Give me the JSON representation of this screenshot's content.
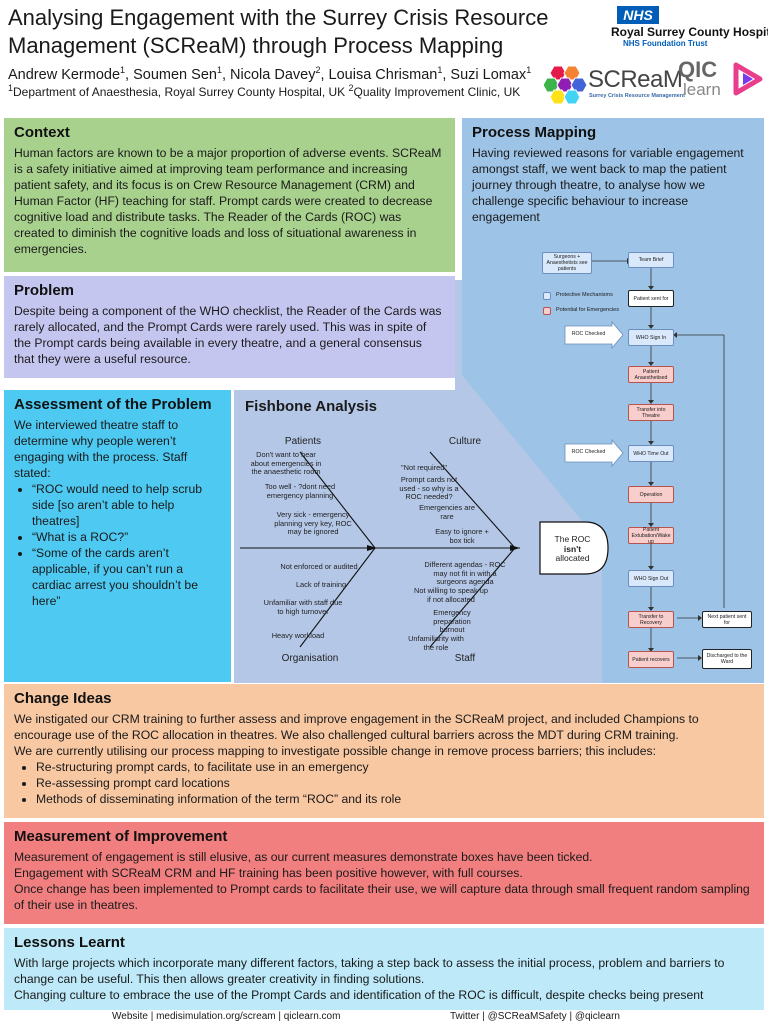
{
  "header": {
    "title": "Analysing Engagement with the Surrey Crisis Resource Management (SCReaM) through Process Mapping",
    "authors": [
      {
        "name": "Andrew Kermode",
        "sup": "1"
      },
      {
        "name": "Soumen Sen",
        "sup": "1"
      },
      {
        "name": "Nicola Davey",
        "sup": "2"
      },
      {
        "name": "Louisa Chrisman",
        "sup": "1"
      },
      {
        "name": "Suzi Lomax",
        "sup": "1"
      }
    ],
    "affil_1_sup": "1",
    "affil_1": "Department of Anaesthesia, Royal Surrey County Hospital, UK ",
    "affil_2_sup": "2",
    "affil_2": "Quality Improvement Clinic, UK"
  },
  "logos": {
    "nhs": "NHS",
    "nhs_hospital": "Royal Surrey County Hospital",
    "nhs_trust": "NHS Foundation Trust",
    "scream": "SCReaM",
    "scream_sub": "Surrey Crisis Resource Management",
    "qic": "QIC",
    "qic_learn": "learn"
  },
  "context": {
    "heading": "Context",
    "text": "Human factors are known to be a major proportion of adverse events. SCReaM is a safety initiative aimed at improving team performance and increasing patient safety, and its focus is on Crew Resource Management (CRM) and Human Factor (HF) teaching for staff. Prompt cards were created to decrease cognitive load and distribute tasks. The Reader of the Cards (ROC) was created to diminish the cognitive loads and loss of situational awareness in emergencies."
  },
  "problem": {
    "heading": "Problem",
    "text": "Despite being a component of the WHO checklist, the Reader of the Cards was rarely allocated, and the Prompt Cards were rarely used. This was in spite of the Prompt cards being available in every theatre, and a general consensus that they were a useful resource."
  },
  "process": {
    "heading": "Process Mapping",
    "text": "Having reviewed reasons for variable engagement amongst staff, we went back to map the patient journey through theatre, to analyse how we challenge specific behaviour to increase engagement"
  },
  "flow": {
    "surgeons": "Surgeons + Anaesthetists see patients",
    "team_brief": "Team Brief",
    "legend_protective": "Protective Mechanisms",
    "legend_potential": "Potential for Emergencies",
    "patient_sent": "Patient sent for",
    "roc_checked_1": "ROC Checked",
    "who_sign_in": "WHO Sign In",
    "anaesthetised": "Patient Anaesthetised",
    "transfer_theatre": "Transfer into Theatre",
    "roc_checked_2": "ROC Checked",
    "who_time_out": "WHO Time Out",
    "operation": "Operation",
    "extubation": "Patient Extubation/Wake up",
    "who_sign_out": "WHO Sign Out",
    "transfer_recovery": "Transfer to Recovery",
    "next_patient": "Next patient sent for",
    "recovers": "Patient recovers",
    "discharged": "Discharged to the Ward",
    "colors": {
      "blue": "#dae8fc",
      "pink": "#f8cecc"
    }
  },
  "assessment": {
    "heading": "Assessment of the Problem",
    "intro": "We interviewed theatre staff to determine why people weren’t engaging with the process. Staff stated:",
    "quotes": [
      "“ROC would need to help scrub side [so aren’t able to help theatres]",
      "“What is a ROC?”",
      "“Some of the cards aren’t applicable, if you can’t run a cardiac arrest you shouldn’t be here”"
    ]
  },
  "fishbone": {
    "heading": "Fishbone Analysis",
    "patients": "Patients",
    "culture": "Culture",
    "organisation": "Organisation",
    "staff": "Staff",
    "head_1": "The ROC",
    "head_2": "isn't",
    "head_3": "allocated",
    "p1": "Don't want to hear about emergencies in the anaesthetic room",
    "p2": "Too well - ?dont need emergency planning",
    "p3": "Very sick - emergency planning very key, ROC may be ignored",
    "c1": "\"Not required\"",
    "c2": "Prompt cards not used - so why is a ROC needed?",
    "c3": "Emergencies are rare",
    "c4": "Easy to ignore + box tick",
    "o1": "Not enforced or audited",
    "o2": "Lack of training",
    "o3": "Unfamiliar with staff due to high turnover",
    "o4": "Heavy workload",
    "s1": "Different agendas - ROC may not fit in with a surgeons agenda",
    "s2": "Not willing to speak up if not allocated",
    "s3": "Emergency preparation burnout",
    "s4": "Unfamiliarity with the role"
  },
  "change": {
    "heading": "Change Ideas",
    "p1": "We instigated our CRM training to further assess and improve engagement in the SCReaM project, and included Champions to encourage use of the ROC allocation in theatres. We also challenged cultural barriers across the MDT during CRM training.",
    "p2": "We are currently utilising our process mapping to investigate possible change in remove process barriers; this includes:",
    "items": [
      "Re-structuring prompt cards, to facilitate use in an emergency",
      "Re-assessing prompt card locations",
      "Methods of disseminating information of the term “ROC” and its role"
    ]
  },
  "measure": {
    "heading": "Measurement of Improvement",
    "p1": "Measurement of engagement is still elusive, as our current measures demonstrate boxes have been ticked.",
    "p2": "Engagement with SCReaM CRM and HF training has been positive however, with full courses.",
    "p3": "Once change has been implemented to Prompt cards to facilitate their use, we will capture data through small frequent random sampling of their use in theatres."
  },
  "lessons": {
    "heading": "Lessons Learnt",
    "p1": "With large projects which incorporate many different factors, taking a step back to assess the initial process, problem and barriers to change can be useful. This then allows greater creativity in finding solutions.",
    "p2": "Changing culture to embrace the use of the Prompt Cards and identification of the ROC is difficult, despite checks being present"
  },
  "footer": {
    "left": "Website  |  medisimulation.org/scream  |  qiclearn.com",
    "right": "Twitter  |  @SCReaMSafety  |  @qiclearn"
  }
}
